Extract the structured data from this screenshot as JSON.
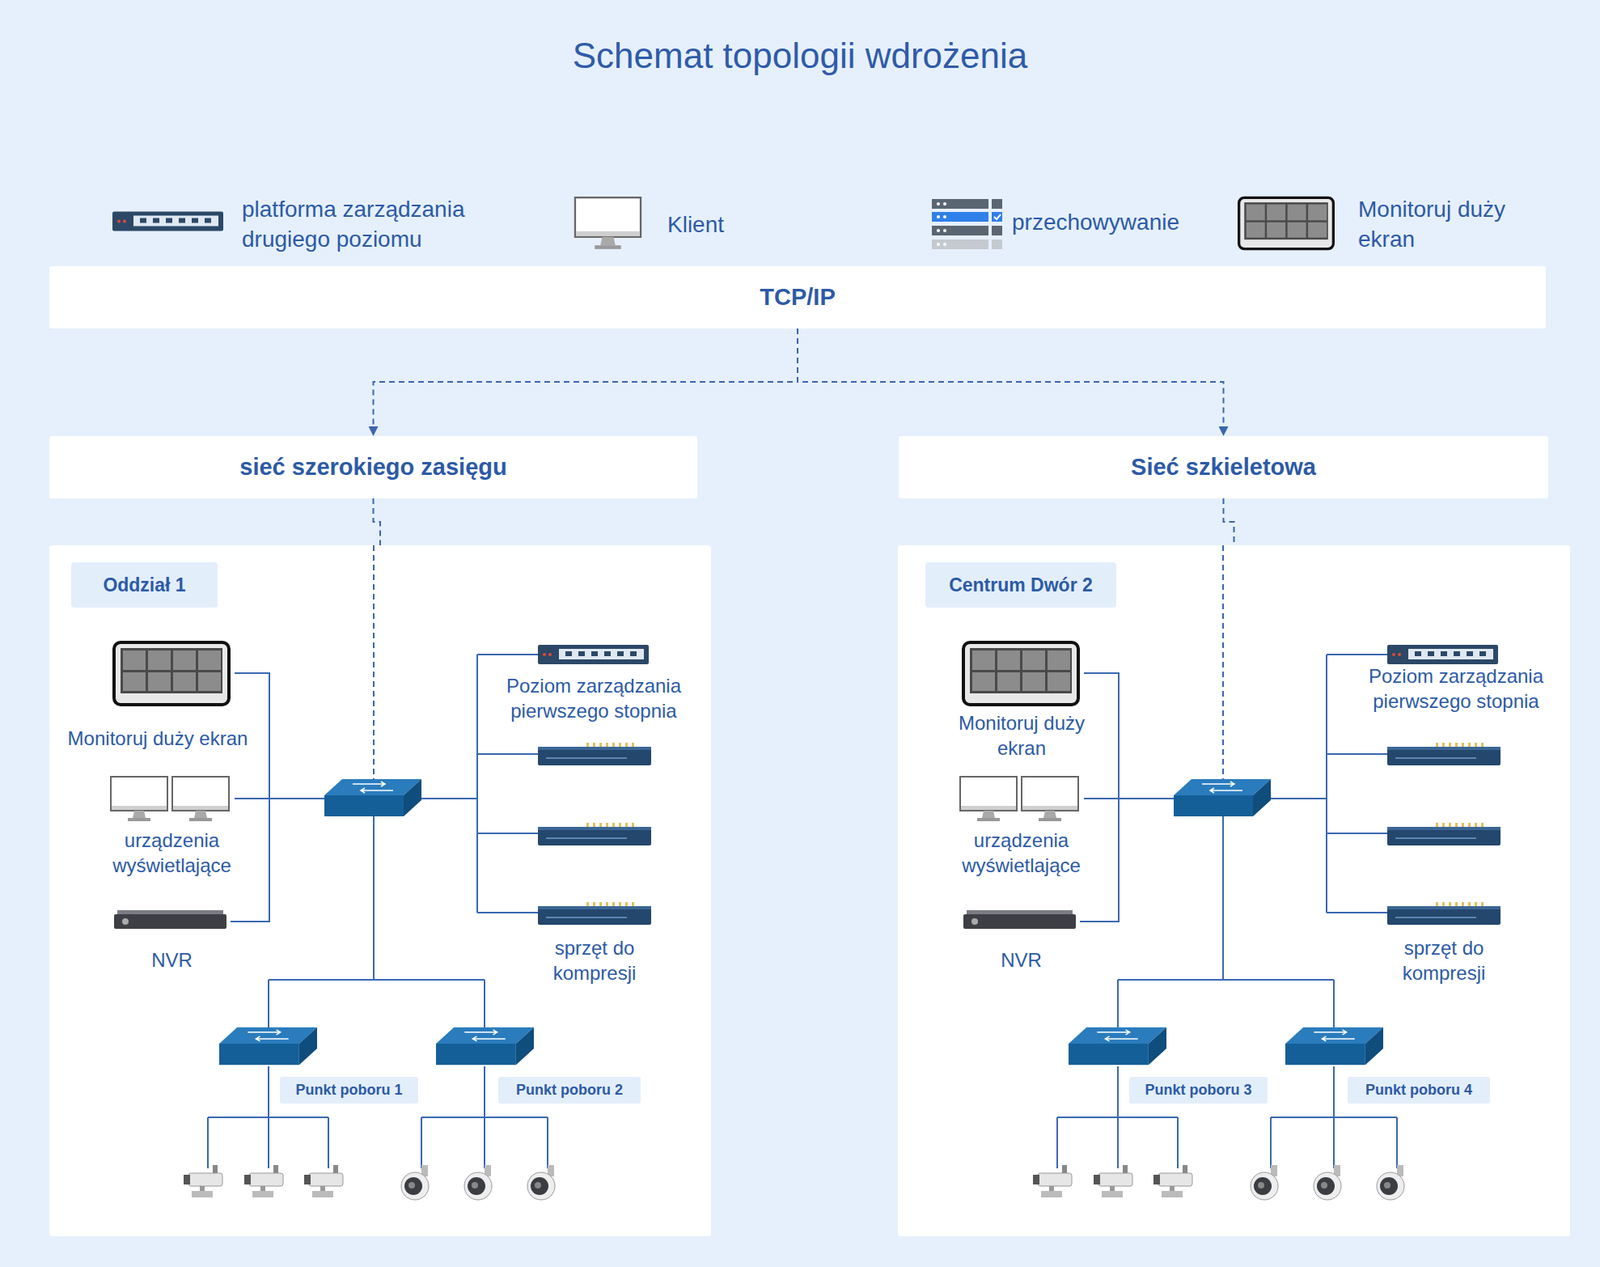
{
  "diagram": {
    "title": "Schemat topologii wdrożenia",
    "nodes": [
      {
        "text": [
          "TCP/IP"
        ]
      },
      {
        "text": [
          "sieć szerokiego zasięgu"
        ]
      },
      {
        "text": [
          "Sieć szkieletowa"
        ]
      },
      {
        "text": [
          "Oddział 1"
        ]
      },
      {
        "text": [
          "Monitoruj duży ekran"
        ],
        "in": 3
      },
      {
        "text": [
          "urządzenia wyświetlające"
        ],
        "in": 3
      },
      {
        "text": [
          "NVR"
        ],
        "in": 3
      },
      {
        "text": [
          "Poziom zarządzania pierwszego stopnia"
        ],
        "in": 3
      },
      {
        "text": [
          "sprzęt do kompresji"
        ],
        "in": 3
      },
      {
        "text": [
          "Punkt poboru 1"
        ],
        "in": 3
      },
      {
        "text": [
          "Punkt poboru 2"
        ],
        "in": 3
      },
      {
        "text": [
          "Centrum Dwór 2"
        ]
      },
      {
        "text": [
          "Monitoruj duży ekran"
        ],
        "in": 11
      },
      {
        "text": [
          "urządzenia wyświetlające"
        ],
        "in": 11
      },
      {
        "text": [
          "NVR"
        ],
        "in": 11
      },
      {
        "text": [
          "Poziom zarządzania pierwszego stopnia"
        ],
        "in": 11
      },
      {
        "text": [
          "sprzęt do kompresji"
        ],
        "in": 11
      },
      {
        "text": [
          "Punkt poboru 3"
        ],
        "in": 11
      },
      {
        "text": [
          "Punkt poboru 4"
        ],
        "in": 11
      }
    ],
    "edges": [
      {
        "from": 0,
        "to": 1,
        "arrow": "to"
      },
      {
        "from": 0,
        "to": 2,
        "arrow": "to"
      },
      {
        "from": 1,
        "to": 3,
        "arrow": "none"
      },
      {
        "from": 2,
        "to": 11,
        "arrow": "none"
      }
    ],
    "labels": [
      "platforma zarządzania drugiego poziomu",
      "Klient",
      "przechowywanie",
      "Monitoruj duży ekran"
    ]
  }
}
